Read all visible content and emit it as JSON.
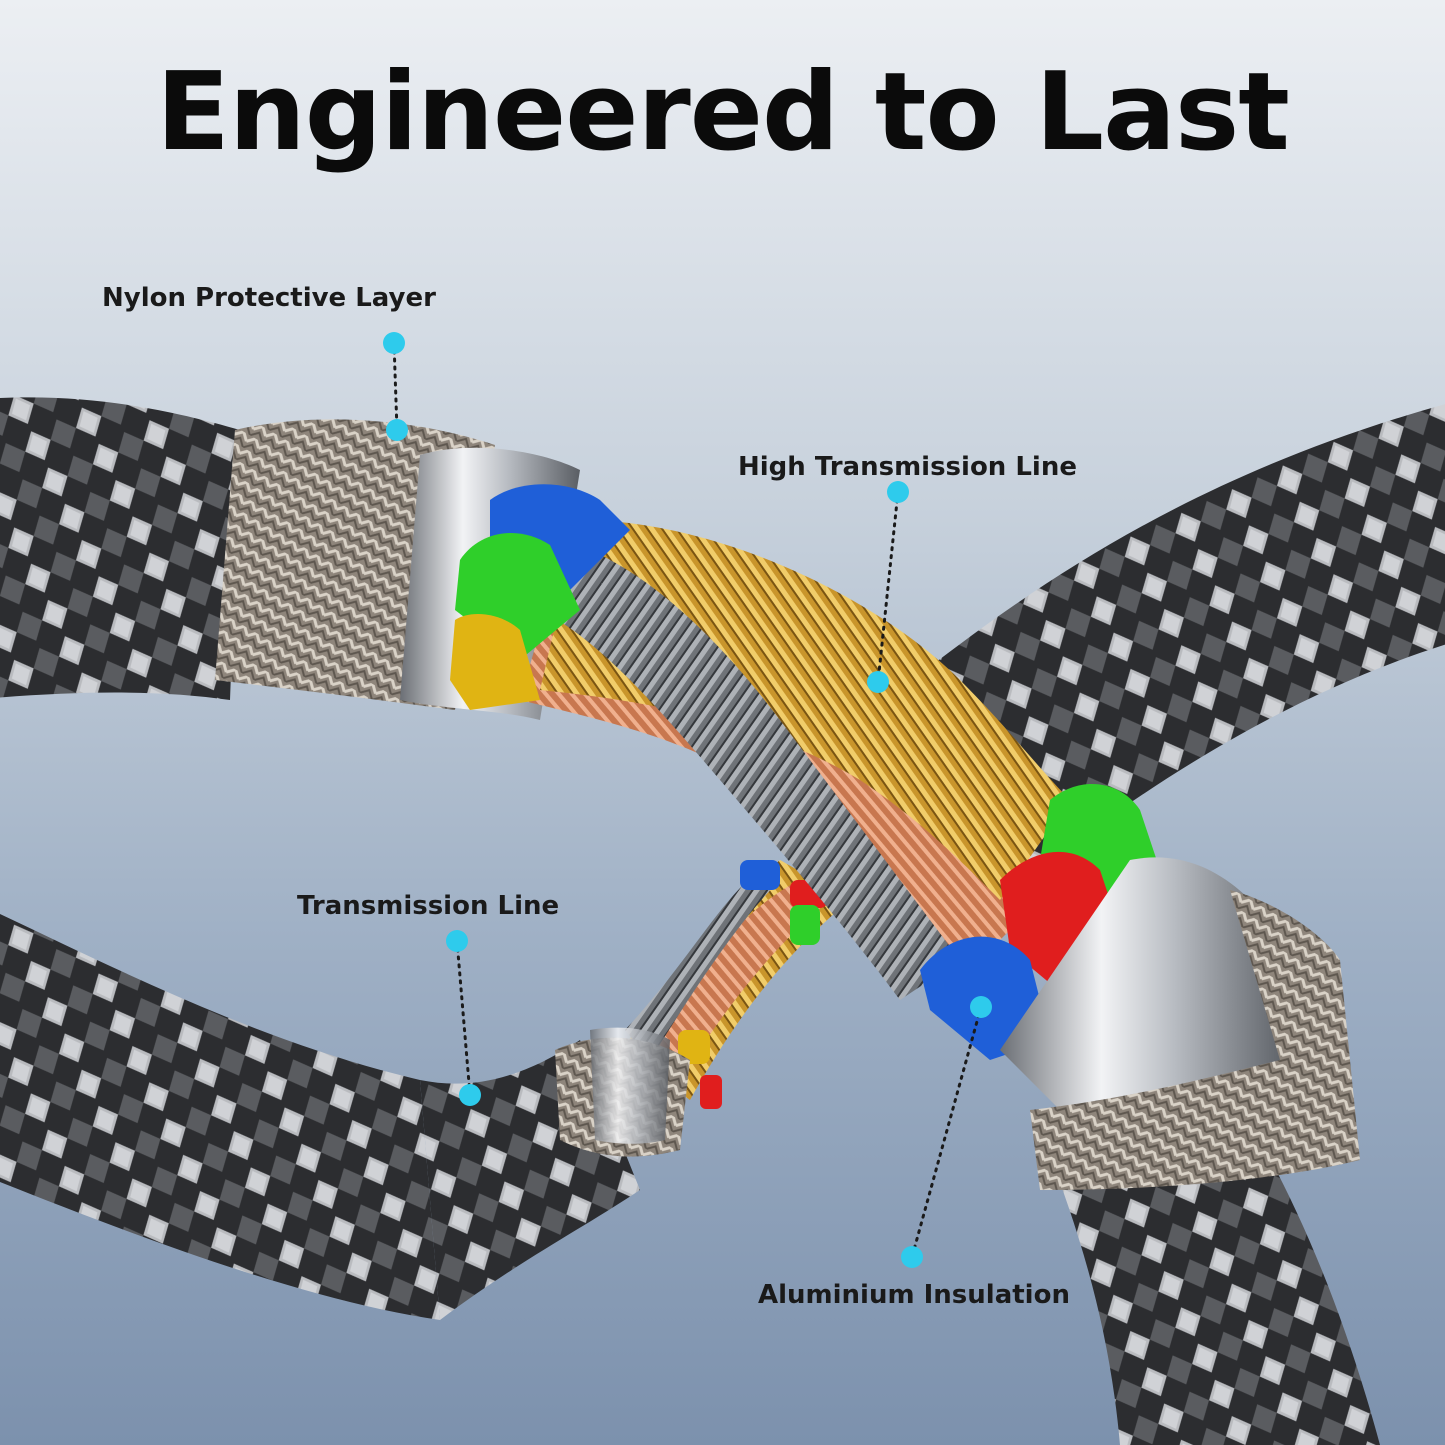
{
  "title": "Engineered to Last",
  "callouts": [
    {
      "id": "nylon",
      "label": "Nylon Protective Layer"
    },
    {
      "id": "high_transmission",
      "label": "High Transmission Line"
    },
    {
      "id": "transmission",
      "label": "Transmission Line"
    },
    {
      "id": "aluminium",
      "label": "Aluminium Insulation"
    }
  ],
  "colors": {
    "callout_dot": "#2ecbec",
    "wire_blue": "#1f5fd8",
    "wire_green": "#2fcf2a",
    "wire_red": "#e01e1e",
    "wire_yellow": "#e0b413",
    "gold_strands": "#c9952b",
    "copper_strands": "#c8774f",
    "gray_strands": "#6f7378"
  }
}
